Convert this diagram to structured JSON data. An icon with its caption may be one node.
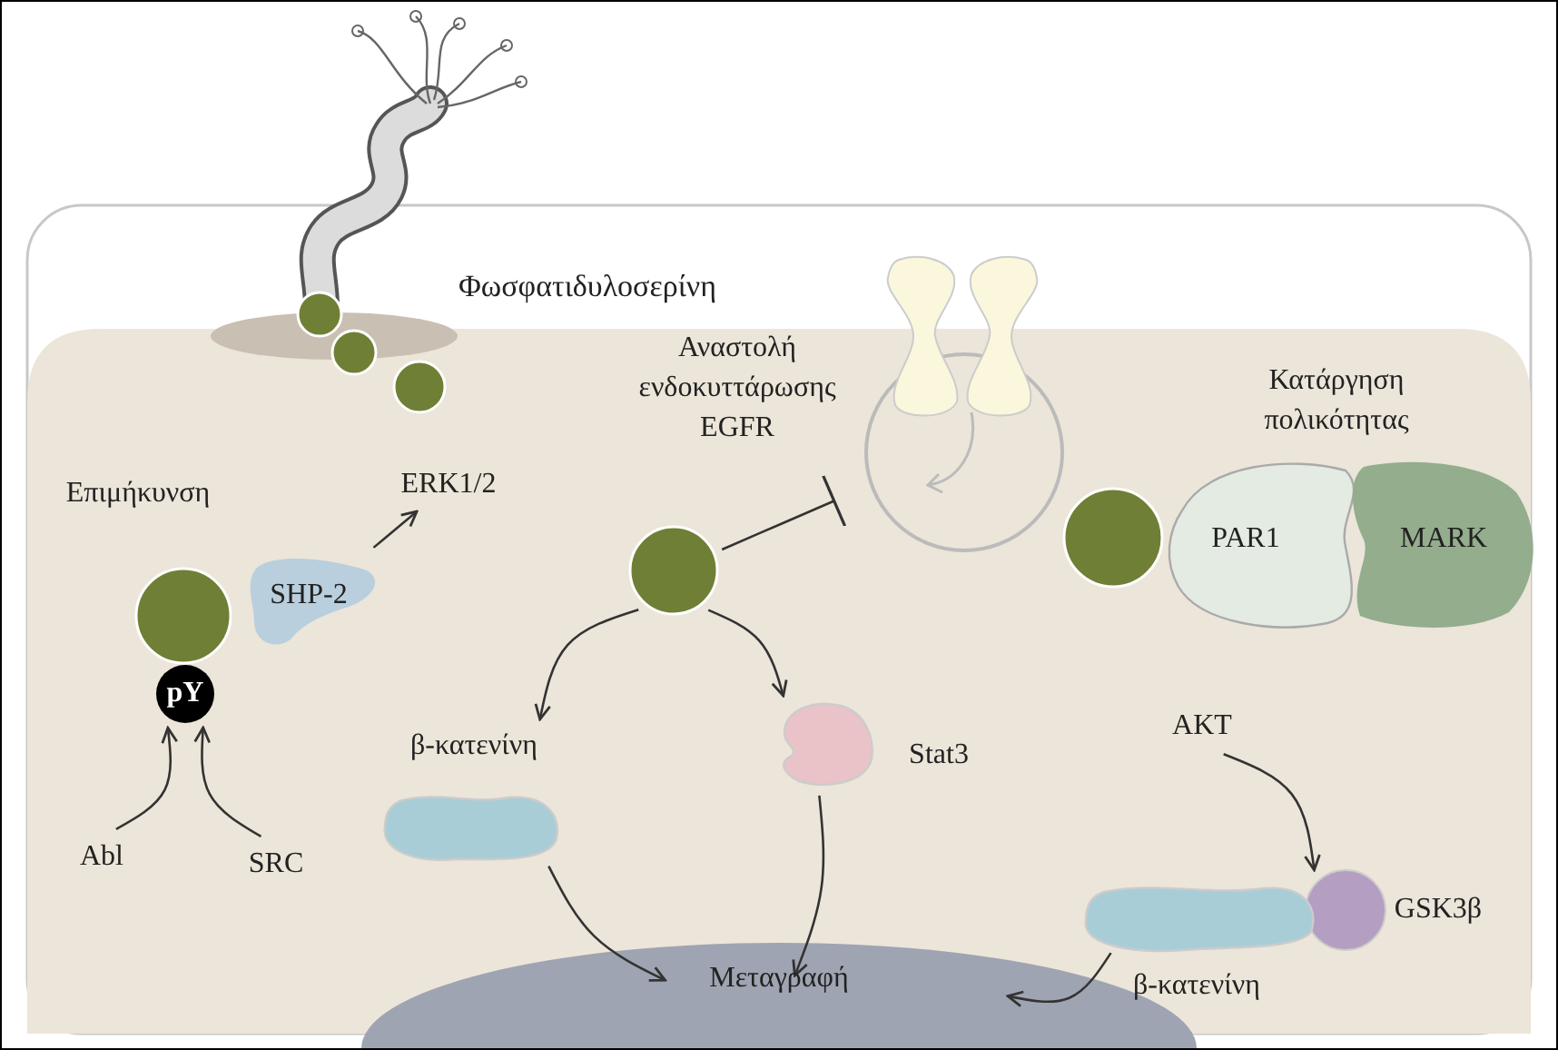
{
  "diagram": {
    "nodes": [
      {
        "text": [
          "ERK1/2"
        ]
      },
      {
        "text": [
          "SHP-2"
        ]
      },
      {
        "text": [
          "pY"
        ]
      },
      {
        "text": [
          "Abl"
        ]
      },
      {
        "text": [
          "SRC"
        ]
      },
      {
        "text": [],
        "shape": "circle"
      },
      {
        "text": [],
        "shape": "picture"
      },
      {
        "text": [
          "PAR1"
        ]
      },
      {
        "text": [
          "MARK"
        ]
      },
      {
        "text": [
          "β-κατενίνη"
        ]
      },
      {
        "text": [
          "Stat3"
        ]
      },
      {
        "text": [
          "AKT"
        ]
      },
      {
        "text": [
          "GSK3β"
        ]
      },
      {
        "text": [
          "β-κατενίνη"
        ]
      },
      {
        "text": [
          "Μεταγραφή"
        ]
      },
      {
        "text": [],
        "shape": "circle"
      },
      {
        "text": [],
        "shape": "circle"
      }
    ],
    "edges": [
      {
        "from": 1,
        "to": 0,
        "arrow": "to"
      },
      {
        "from": 3,
        "to": 2,
        "arrow": "to"
      },
      {
        "from": 4,
        "to": 2,
        "arrow": "to"
      },
      {
        "from": 5,
        "to": 6,
        "arrow": "other"
      },
      {
        "from": 5,
        "to": 9,
        "arrow": "to"
      },
      {
        "from": 5,
        "to": 10,
        "arrow": "to"
      },
      {
        "from": 9,
        "to": 14,
        "arrow": "to"
      },
      {
        "from": 10,
        "to": 14,
        "arrow": "to"
      },
      {
        "from": 13,
        "to": 14,
        "arrow": "to"
      },
      {
        "from": 11,
        "to": 12,
        "arrow": "to"
      }
    ],
    "labels": [
      "Φωσφατιδυλοσερίνη",
      "Αναστολή ενδοκυττάρωσης EGFR",
      "Κατάργηση πολικότητας",
      "Επιμήκυνση"
    ]
  }
}
